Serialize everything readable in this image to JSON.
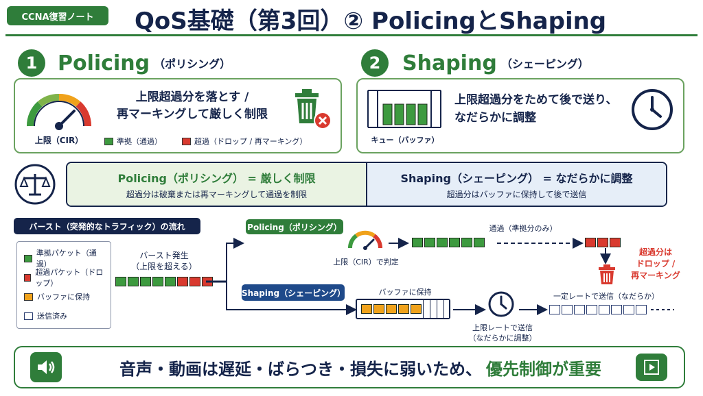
{
  "header": {
    "badge": "CCNA復習ノート",
    "title": "QoS基礎（第3回）② PolicingとShaping"
  },
  "policing": {
    "number": "1",
    "title": "Policing",
    "subtitle": "（ポリシング）",
    "gauge_label": "上限（CIR）",
    "desc_line1": "上限超過分を落とす /",
    "desc_line2": "再マーキングして厳しく制限",
    "legend_ok": "準拠（通過）",
    "legend_ng": "超過（ドロップ / 再マーキング）"
  },
  "shaping": {
    "number": "2",
    "title": "Shaping",
    "subtitle": "（シェーピング）",
    "queue_label": "キュー（バッファ）",
    "desc_line1": "上限超過分をためて後で送り、",
    "desc_line2": "なだらかに調整"
  },
  "compare": {
    "left_title": "Policing（ポリシング） = 厳しく制限",
    "left_desc": "超過分は破棄または再マーキングして通過を制限",
    "right_title": "Shaping（シェーピング） = なだらかに調整",
    "right_desc": "超過分はバッファに保持して後で送信"
  },
  "flow": {
    "title": "バースト（突発的なトラフィック）の流れ",
    "legend": [
      "準拠パケット（通過）",
      "超過パケット（ドロップ）",
      "バッファに保持",
      "送信済み"
    ],
    "burst_line1": "バースト発生",
    "burst_line2": "（上限を超える）",
    "policing_label": "Policing（ポリシング）",
    "policing_judge": "上限（CIR）で判定",
    "policing_pass": "通過（準拠分のみ）",
    "policing_excess_line1": "超過分は",
    "policing_excess_line2": "ドロップ /",
    "policing_excess_line3": "再マーキング",
    "shaping_label": "Shaping（シェーピング）",
    "shaping_buffer": "バッファに保持",
    "shaping_rate_line1": "上限レートで送信",
    "shaping_rate_line2": "（なだらかに調整）",
    "shaping_out": "一定レートで送信（なだらか）"
  },
  "bottom": {
    "text": "音声・動画は遅延・ばらつき・損失に弱いため、",
    "emphasis": "優先制御が重要"
  },
  "colors": {
    "green": "#2f7d3a",
    "navy": "#15244a",
    "red": "#d93a2f",
    "orange": "#f0a21b"
  }
}
